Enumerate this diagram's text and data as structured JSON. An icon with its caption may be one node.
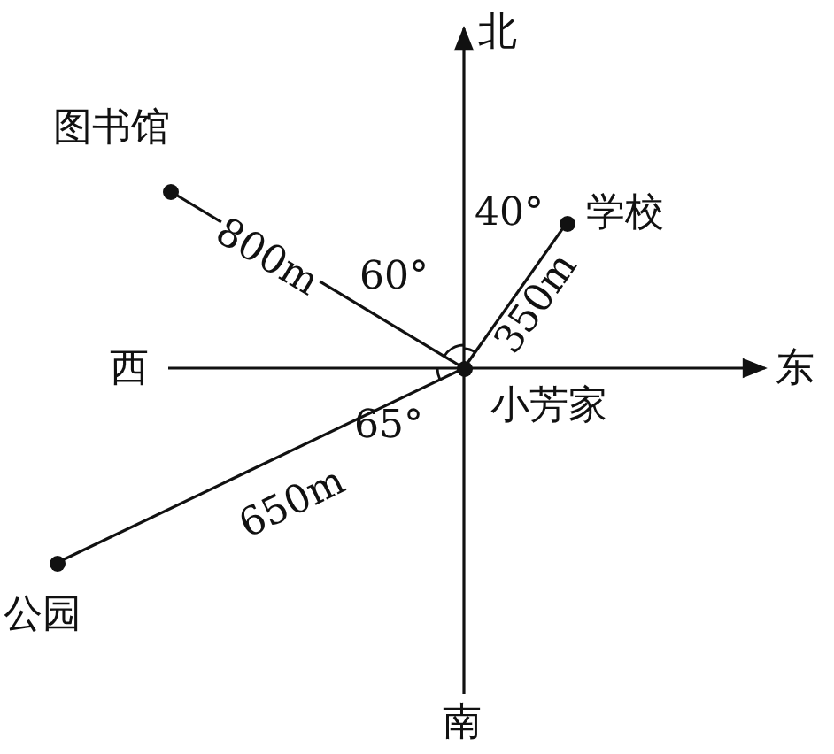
{
  "diagram": {
    "nodes": [
      {
        "text": [
          "小芳家"
        ]
      },
      {
        "text": [
          "图书馆"
        ]
      },
      {
        "text": [
          "学校"
        ]
      },
      {
        "text": [
          "公园"
        ]
      }
    ],
    "edges": [
      {
        "from": 0,
        "to": 1,
        "arrow": "none",
        "label": "800m"
      },
      {
        "from": 0,
        "to": 2,
        "arrow": "none",
        "label": "350m"
      },
      {
        "from": 0,
        "to": 3,
        "arrow": "none",
        "label": "650m"
      }
    ],
    "labels": [
      "北",
      "西",
      "东",
      "南",
      "60°",
      "40°",
      "65°"
    ]
  }
}
